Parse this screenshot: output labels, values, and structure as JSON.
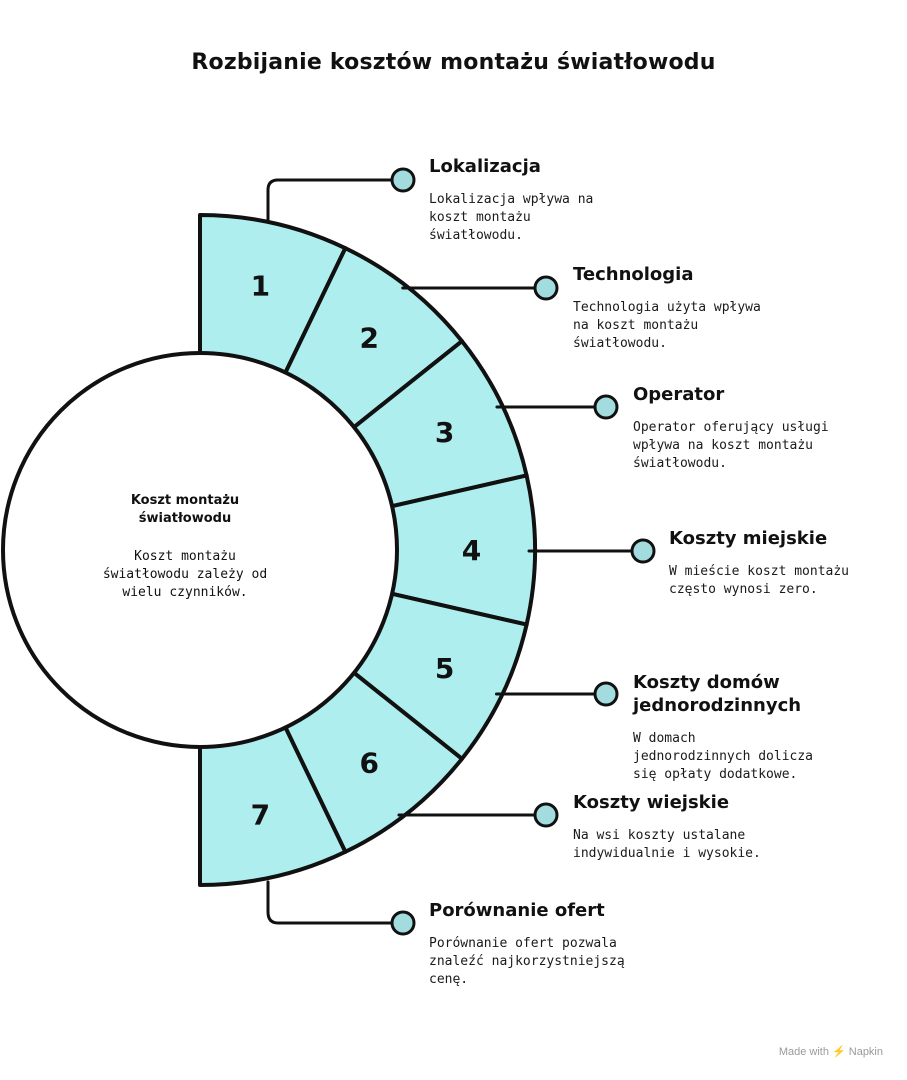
{
  "title": "Rozbijanie kosztów montażu światłowodu",
  "center": {
    "title": "Koszt montażu\nświatłowodu",
    "description": "Koszt montażu\nświatłowodu zależy od\nwielu czynników."
  },
  "segments": [
    {
      "number": "1",
      "title": "Lokalizacja",
      "description": "Lokalizacja wpływa na\nkoszt montażu\nświatłowodu."
    },
    {
      "number": "2",
      "title": "Technologia",
      "description": "Technologia użyta wpływa\nna koszt montażu\nświatłowodu."
    },
    {
      "number": "3",
      "title": "Operator",
      "description": "Operator oferujący usługi\nwpływa na koszt montażu\nświatłowodu."
    },
    {
      "number": "4",
      "title": "Koszty miejskie",
      "description": "W mieście koszt montażu\nczęsto wynosi zero."
    },
    {
      "number": "5",
      "title": "Koszty domów\njednorodzinnych",
      "description": "W domach\njednorodzinnych dolicza\nsię opłaty dodatkowe."
    },
    {
      "number": "6",
      "title": "Koszty wiejskie",
      "description": "Na wsi koszty ustalane\nindywidualnie i wysokie."
    },
    {
      "number": "7",
      "title": "Porównanie ofert",
      "description": "Porównanie ofert pozwala\nznaleźć najkorzystniejszą\ncenę."
    }
  ],
  "colors": {
    "segment_fill": "#aeeeee",
    "node_fill": "#a3dcdf",
    "stroke": "#111111"
  },
  "watermark": "Made with ⚡ Napkin"
}
